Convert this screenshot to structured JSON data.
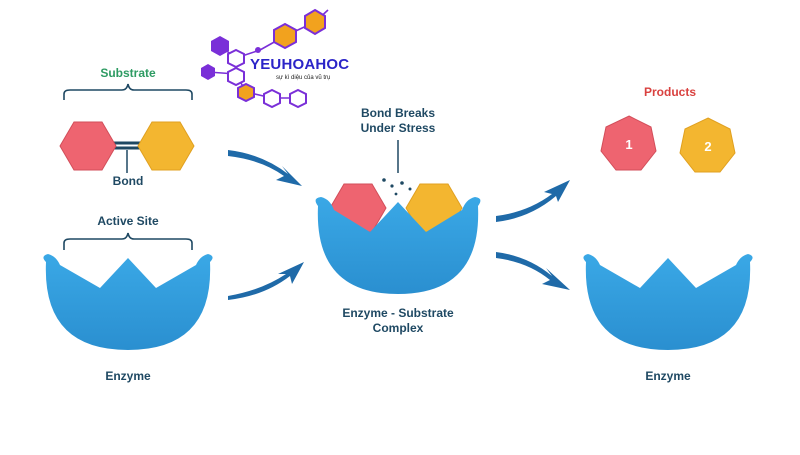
{
  "logo": {
    "brand": "YEUHOAHOC",
    "tagline": "sự kì diệu của vũ trụ"
  },
  "labels": {
    "substrate": "Substrate",
    "bond": "Bond",
    "active_site": "Active Site",
    "enzyme_left": "Enzyme",
    "bond_breaks_line1": "Bond Breaks",
    "bond_breaks_line2": "Under Stress",
    "complex_line1": "Enzyme - Substrate",
    "complex_line2": "Complex",
    "products": "Products",
    "product_1": "1",
    "product_2": "2",
    "enzyme_right": "Enzyme"
  },
  "colors": {
    "enzyme_blue": "#2e9ad8",
    "arrow_blue": "#1f6aa8",
    "substrate_red": "#ee6470",
    "substrate_yellow": "#f3b630",
    "label_green": "#2e9b63",
    "label_navy": "#1f4963",
    "label_red": "#d9413f",
    "logo_purple": "#7a2fd8",
    "logo_orange": "#f2a21e"
  },
  "icons": [
    "hexagon-molecule-logo-icon",
    "enzyme-shape-icon",
    "arrow-icon",
    "hexagon-icon",
    "heptagon-icon"
  ]
}
